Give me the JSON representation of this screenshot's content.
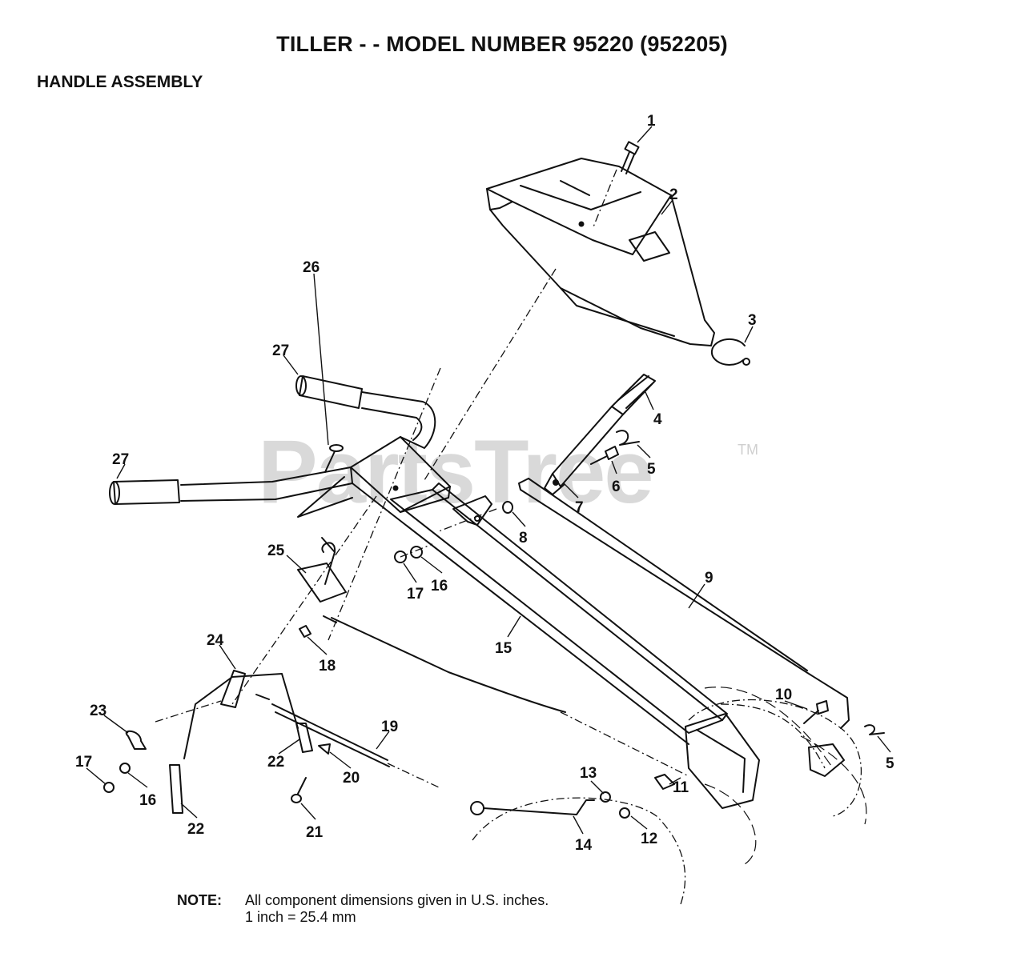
{
  "title": "TILLER - - MODEL NUMBER 95220 (952205)",
  "subtitle": "HANDLE ASSEMBLY",
  "watermark": {
    "text": "PartsTree",
    "trademark": "TM"
  },
  "note": {
    "label": "NOTE:",
    "line1": "All component dimensions given in U.S. inches.",
    "line2": "1 inch = 25.4 mm"
  },
  "callouts": [
    "1",
    "2",
    "3",
    "4",
    "5",
    "6",
    "7",
    "8",
    "9",
    "10",
    "5",
    "11",
    "12",
    "13",
    "14",
    "15",
    "16",
    "17",
    "18",
    "19",
    "20",
    "21",
    "22",
    "22",
    "23",
    "16",
    "17",
    "24",
    "25",
    "26",
    "27",
    "27"
  ],
  "colors": {
    "ink": "#111111",
    "watermark": "#d9d9d9"
  }
}
